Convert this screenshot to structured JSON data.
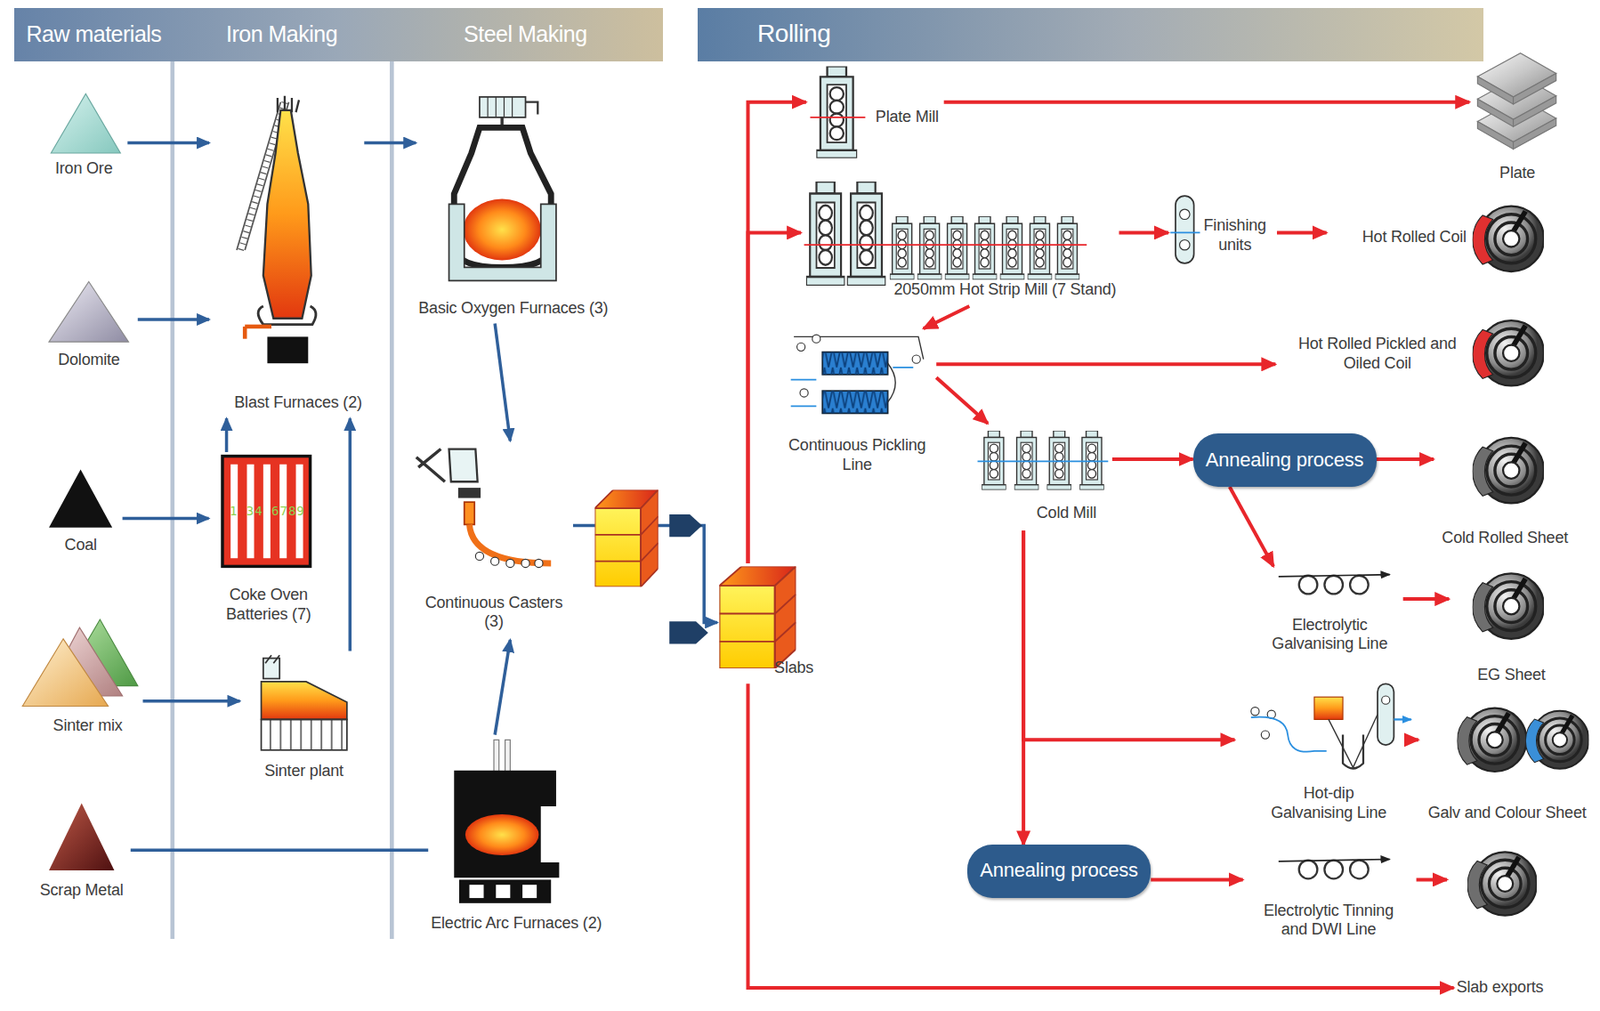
{
  "diagram": {
    "nodes": [
      {
        "text": [
          "Raw materials",
          "Iron Making",
          "Steel Making"
        ]
      },
      {
        "text": [
          "Rolling"
        ]
      },
      {
        "text": [
          "Iron Ore"
        ]
      },
      {
        "text": [
          "Dolomite"
        ]
      },
      {
        "text": [
          "Coal"
        ]
      },
      {
        "text": [
          "Sinter mix"
        ]
      },
      {
        "text": [
          "Scrap Metal"
        ]
      },
      {
        "text": [
          "Blast Furnaces (2)"
        ]
      },
      {
        "text": [
          "Coke Oven Batteries (7)"
        ]
      },
      {
        "text": [
          "Sinter plant"
        ]
      },
      {
        "text": [
          "Basic Oxygen Furnaces (3)"
        ]
      },
      {
        "text": [
          "Continuous Casters (3)"
        ]
      },
      {
        "text": [
          "Electric Arc Furnaces (2)"
        ]
      },
      {
        "text": [
          "Slabs"
        ]
      },
      {
        "text": [
          "Plate Mill"
        ]
      },
      {
        "text": [
          "2050mm Hot Strip Mill (7 Stand)"
        ]
      },
      {
        "text": [
          "Finishing units"
        ]
      },
      {
        "text": [
          "Plate"
        ]
      },
      {
        "text": [
          "Hot Rolled Coil"
        ]
      },
      {
        "text": [
          "Continuous Pickling Line"
        ]
      },
      {
        "text": [
          "Hot Rolled Pickled and Oiled Coil"
        ]
      },
      {
        "text": [
          "Cold Mill"
        ]
      },
      {
        "text": [
          "Annealing process"
        ]
      },
      {
        "text": [
          "Cold Rolled Sheet"
        ]
      },
      {
        "text": [
          "Electrolytic Galvanising Line"
        ]
      },
      {
        "text": [
          "EG Sheet"
        ]
      },
      {
        "text": [
          "Hot-dip Galvanising Line"
        ]
      },
      {
        "text": [
          "Galv and Colour Sheet"
        ]
      },
      {
        "text": [
          "Annealing process"
        ]
      },
      {
        "text": [
          "Electrolytic Tinning and DWI Line"
        ]
      },
      {
        "text": [
          "Slab exports"
        ]
      }
    ],
    "edges": [
      {
        "from": 2,
        "to": 7,
        "arrow": "to"
      },
      {
        "from": 3,
        "to": 7,
        "arrow": "to"
      },
      {
        "from": 4,
        "to": 8,
        "arrow": "to"
      },
      {
        "from": 8,
        "to": 7,
        "arrow": "to"
      },
      {
        "from": 5,
        "to": 9,
        "arrow": "to"
      },
      {
        "from": 9,
        "to": 7,
        "arrow": "to"
      },
      {
        "from": 6,
        "to": 12,
        "arrow": "none"
      },
      {
        "from": 7,
        "to": 10,
        "arrow": "to"
      },
      {
        "from": 10,
        "to": 11,
        "arrow": "to"
      },
      {
        "from": 12,
        "to": 11,
        "arrow": "to"
      },
      {
        "from": 11,
        "to": 13,
        "arrow": "to"
      },
      {
        "from": 13,
        "to": 14,
        "arrow": "to"
      },
      {
        "from": 13,
        "to": 15,
        "arrow": "to"
      },
      {
        "from": 13,
        "to": 30,
        "arrow": "to"
      },
      {
        "from": 14,
        "to": 17,
        "arrow": "to"
      },
      {
        "from": 15,
        "to": 16,
        "arrow": "to"
      },
      {
        "from": 16,
        "to": 18,
        "arrow": "to"
      },
      {
        "from": 15,
        "to": 19,
        "arrow": "to"
      },
      {
        "from": 19,
        "to": 20,
        "arrow": "to"
      },
      {
        "from": 19,
        "to": 21,
        "arrow": "to"
      },
      {
        "from": 21,
        "to": 22,
        "arrow": "to"
      },
      {
        "from": 22,
        "to": 23,
        "arrow": "to"
      },
      {
        "from": 22,
        "to": 24,
        "arrow": "to"
      },
      {
        "from": 24,
        "to": 25,
        "arrow": "to"
      },
      {
        "from": 21,
        "to": 26,
        "arrow": "to"
      },
      {
        "from": 26,
        "to": 27,
        "arrow": "to"
      },
      {
        "from": 21,
        "to": 28,
        "arrow": "to"
      },
      {
        "from": 28,
        "to": 29,
        "arrow": "to"
      }
    ],
    "labels": [
      "1 34 6789"
    ]
  }
}
